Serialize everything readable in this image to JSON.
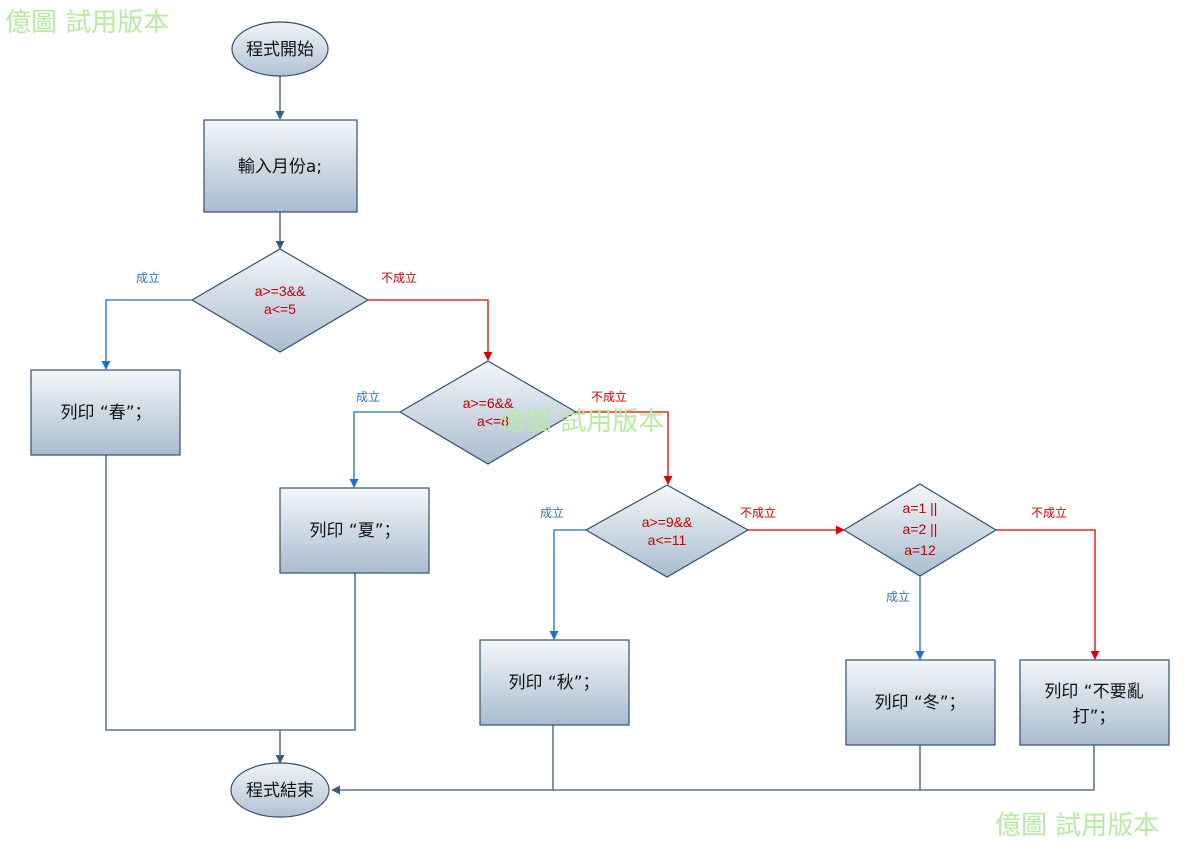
{
  "watermark": "億圖 試用版本",
  "nodes": {
    "start": "程式開始",
    "input": "輸入月份a;",
    "cond1": [
      "a>=3&&",
      "a<=5"
    ],
    "spring": "列印 “春”；",
    "cond2": [
      "a>=6&&",
      "a<=8"
    ],
    "summer": "列印 “夏”；",
    "cond3": [
      "a>=9&&",
      "a<=11"
    ],
    "autumn": "列印 “秋”；",
    "cond4": [
      "a=1 ||",
      "a=2 ||",
      "a=12"
    ],
    "winter": "列印 “冬”；",
    "invalid": [
      "列印 “不要亂",
      "打”；"
    ],
    "end": "程式結束"
  },
  "edge_labels": {
    "yes": "成立",
    "no": "不成立"
  },
  "colors": {
    "yes_line": "#1a6fd1",
    "no_line": "#e00000",
    "flow_line": "#3a5a7a",
    "node_border": "#34506e",
    "condition_text": "#c00000",
    "watermark": "#b7eba3"
  }
}
